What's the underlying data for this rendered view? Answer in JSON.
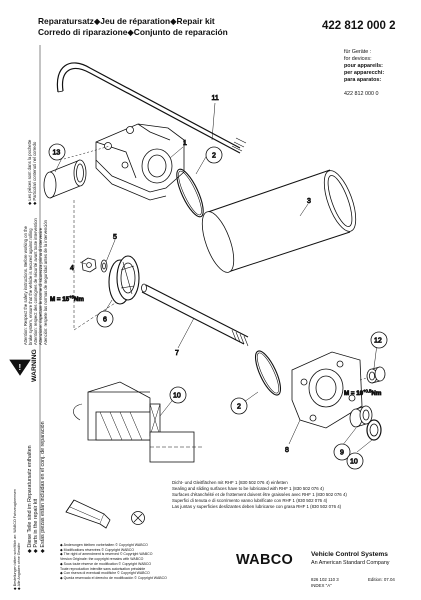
{
  "header": {
    "line1": "Reparatursatz◆Jeu de réparation◆Repair kit",
    "line2": "Corredo di riparazione◆Conjunto de reparación",
    "part_number": "422 812 000 2"
  },
  "devices": {
    "lines": [
      "für Geräte :",
      "for devices:",
      "pour appareils:",
      "per apparecchi:",
      "para aparatos:"
    ],
    "device_number": "422 812 000 0"
  },
  "side_notes": {
    "top_lines": [
      "◆ Les pièces sont dans la pochette",
      "◆ Particolari contenuti nel corredo"
    ],
    "middle_lines": [
      "Attention: Respect the safety instructions. Before working on the",
      "brake system, ensure that the vehicle is secured against rolling",
      "Attention: respect des consignes de sécurité avant toute intervention",
      "Attenzione: rispettare le norme di sicurezza prima di intervenire",
      "Atención: respete las normas de seguridad antes de la intervención"
    ],
    "warning": "WARNING",
    "bottom_lines": [
      "◆ Diese Teile sind im Reparatursatz enthalten",
      "◆ Parts in the repair kit",
      "◆ Estas piezas están incluidas en el conj. de reparación"
    ],
    "lettering_lines": [
      "◆ Bestellungen bitten schriftlich an: WABCO Fahrzeugbremsen",
      "◆ Alle Angaben ohne Gewähr"
    ]
  },
  "callouts": {
    "c1": "1",
    "c2a": "2",
    "c2b": "2",
    "c3": "3",
    "c4": "4",
    "c5": "5",
    "c6": "6",
    "c7": "7",
    "c8": "8",
    "c9": "9",
    "c10a": "10",
    "c10b": "10",
    "c11": "11",
    "c12": "12",
    "c13": "13"
  },
  "torque": {
    "left_label": "M = 15",
    "left_tol": "+3",
    "left_unit": "Nm",
    "right_label": "M = 10",
    "right_tol": "+0.5",
    "right_unit": "Nm"
  },
  "seal_note": [
    "Dicht- und Gleitflächen mit RHF 1 (830 502 076 4) einfetten",
    "Sealing and sliding surfaces have to be lubricated with RHF 1 (830 502 076 4)",
    "Surfaces d'étanchéité et de frottement doivent être graissées avec RHF 1 (830 502 076 4)",
    "Superfici di tenuta e di scorrimento vanno lubrificate con RHF 1 (830 502 076 4)",
    "Las juntas y superficies deslizantes deben lubricarse con grasa RHF 1 (830 502 076 4)"
  ],
  "footer_small": [
    "◆ Änderungen bleiben vorbehalten © Copyright WABCO",
    "◆ Modifications réservées © Copyright WABCO",
    "◆ The right of amendment is reserved © Copyright WABCO",
    "Version Originale: the copyright remains with WABCO",
    "◆ Sous toute réserve de modification © Copyright WABCO",
    "Toute reproduction interdite sans autorisation préalable",
    "◆ Con riserva di eventuali modifiche © Copyright WABCO",
    "◆ Queda reservado el derecho de modificación © Copyright WABCO"
  ],
  "brand": {
    "logo": "WABCO",
    "name": "Vehicle Control Systems",
    "subtitle": "An American Standard Company"
  },
  "footer_codes": {
    "doc_number": "826 102 110 3",
    "index": "INDEX \"A\"",
    "edition": "Edition: 07.04"
  },
  "colors": {
    "ink": "#111111",
    "background": "#ffffff"
  },
  "icons": [
    "warning-triangle-icon",
    "grease-tube-icon",
    "x-circle-icon"
  ]
}
